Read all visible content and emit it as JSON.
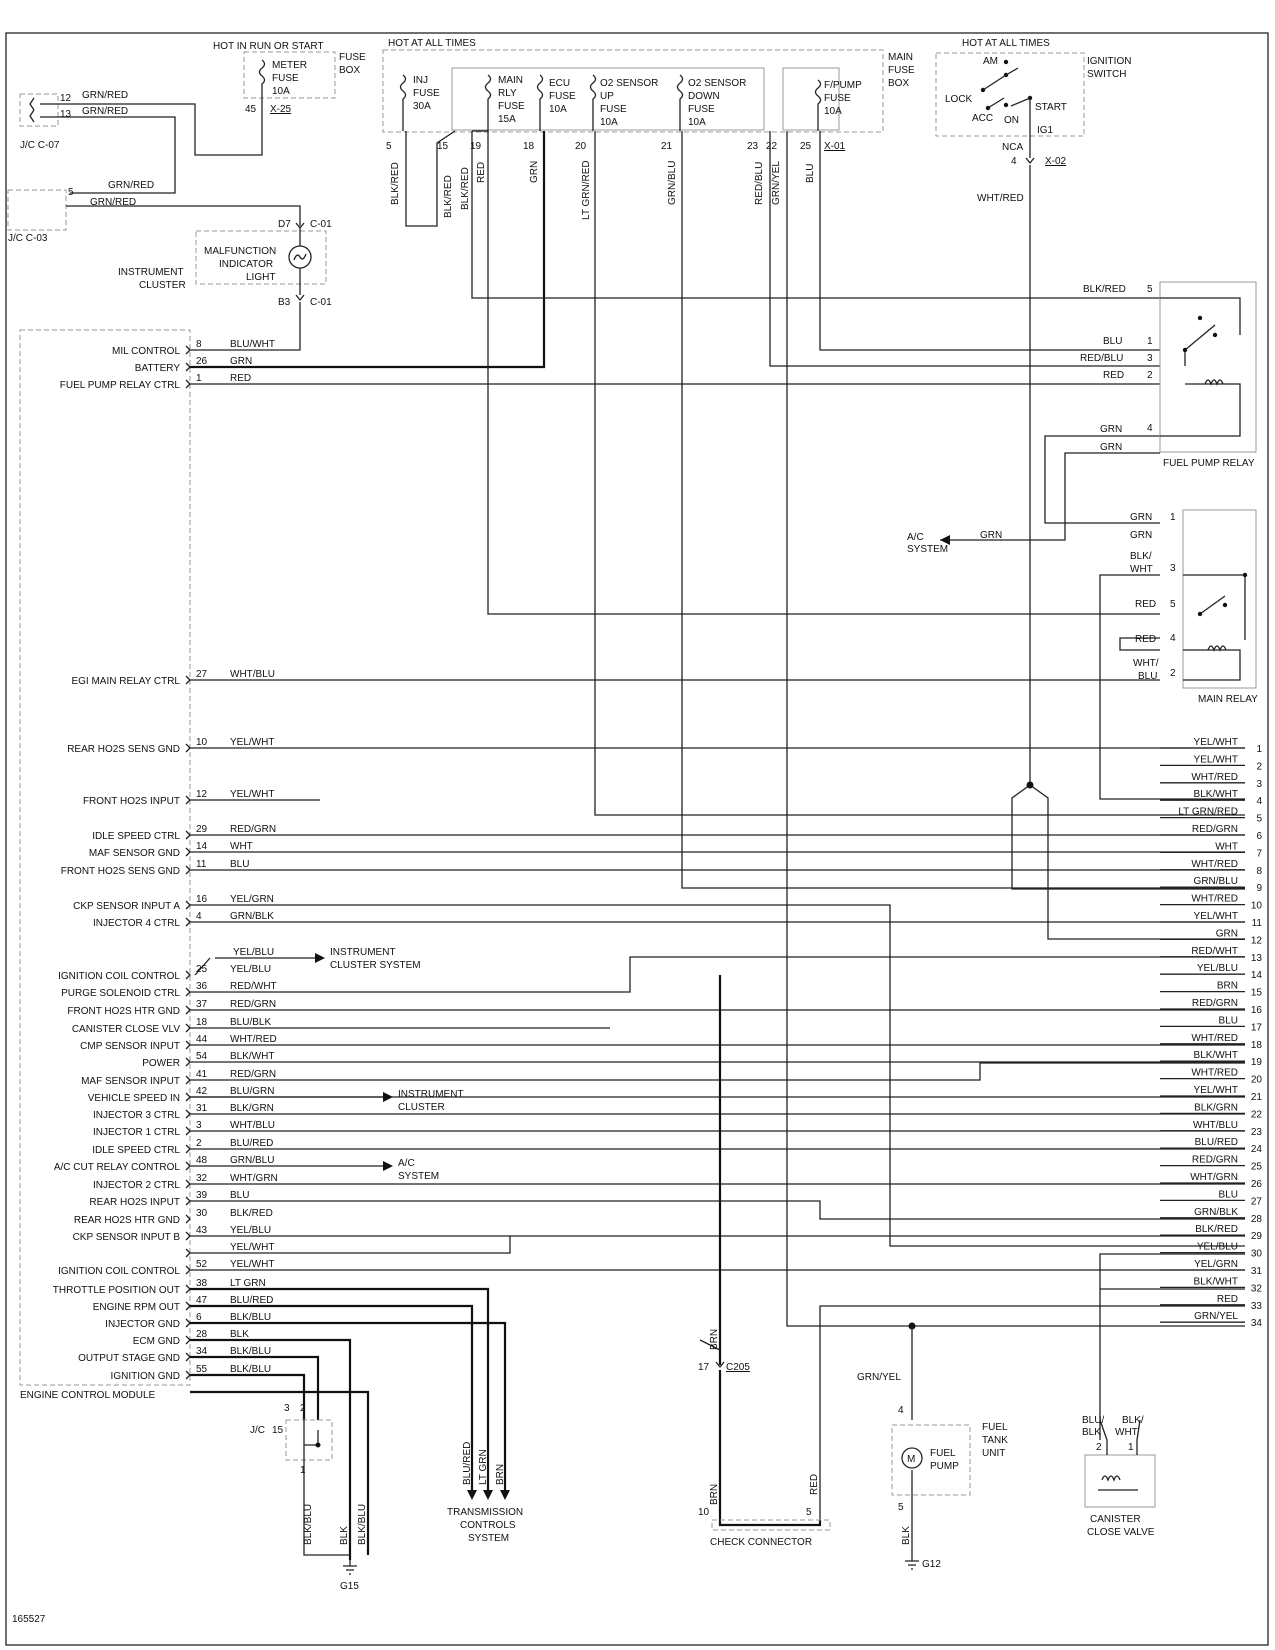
{
  "figure_id": "165527",
  "top": {
    "fuse_box_hdr": "HOT IN RUN OR START",
    "fuse_box_label": [
      "FUSE",
      "BOX"
    ],
    "meter_fuse": [
      "METER",
      "FUSE",
      "10A"
    ],
    "meter_pin": "45",
    "meter_conn": "X-25",
    "main_box_hdr": "HOT AT ALL TIMES",
    "main_box_label": [
      "MAIN",
      "FUSE",
      "BOX"
    ],
    "main_conn": "X-01",
    "fuses": [
      {
        "lines": [
          "INJ",
          "FUSE",
          "30A"
        ]
      },
      {
        "lines": [
          "MAIN",
          "RLY",
          "FUSE",
          "15A"
        ]
      },
      {
        "lines": [
          "ECU",
          "FUSE",
          "10A"
        ]
      },
      {
        "lines": [
          "O2 SENSOR",
          "UP",
          "FUSE",
          "10A"
        ]
      },
      {
        "lines": [
          "O2 SENSOR",
          "DOWN",
          "FUSE",
          "10A"
        ]
      },
      {
        "lines": [
          "F/PUMP",
          "FUSE",
          "10A"
        ]
      }
    ],
    "main_pins": [
      "5",
      "15",
      "19",
      "18",
      "20",
      "21",
      "23",
      "22",
      "25"
    ],
    "main_wires": [
      "BLK/RED",
      "BLK/RED",
      "BLK/RED",
      "RED",
      "GRN",
      "LT GRN/RED",
      "GRN/BLU",
      "RED/BLU",
      "GRN/YEL",
      "BLU"
    ],
    "ign_hdr": "HOT AT ALL TIMES",
    "ign_label": [
      "IGNITION",
      "SWITCH"
    ],
    "ign_positions": [
      "AM",
      "LOCK",
      "ACC",
      "ON",
      "START",
      "IG1"
    ],
    "ign_nca": "NCA",
    "ign_pin": "4",
    "ign_conn": "X-02",
    "ign_wire": "WHT/RED"
  },
  "left": {
    "jc_c07": "J/C C-07",
    "jc_c07_pins": [
      "12",
      "13"
    ],
    "jc_c07_wires": [
      "GRN/RED",
      "GRN/RED"
    ],
    "jc_c03": "J/C C-03",
    "jc_c03_pin": "5",
    "jc_c03_wires": [
      "GRN/RED",
      "GRN/RED"
    ],
    "mil": [
      "MALFUNCTION",
      "INDICATOR",
      "LIGHT"
    ],
    "cluster": [
      "INSTRUMENT",
      "CLUSTER"
    ],
    "mil_pins": [
      "D7",
      "C-01",
      "B3",
      "C-01"
    ]
  },
  "ecm": {
    "label": "ENGINE CONTROL MODULE",
    "rows": [
      {
        "label": "MIL CONTROL",
        "pin": "8",
        "wire": "BLU/WHT"
      },
      {
        "label": "BATTERY",
        "pin": "26",
        "wire": "GRN"
      },
      {
        "label": "FUEL PUMP RELAY CTRL",
        "pin": "1",
        "wire": "RED"
      },
      {
        "label": "EGI MAIN RELAY CTRL",
        "pin": "27",
        "wire": "WHT/BLU"
      },
      {
        "label": "REAR HO2S SENS GND",
        "pin": "10",
        "wire": "YEL/WHT"
      },
      {
        "label": "FRONT HO2S INPUT",
        "pin": "12",
        "wire": "YEL/WHT"
      },
      {
        "label": "IDLE SPEED CTRL",
        "pin": "29",
        "wire": "RED/GRN"
      },
      {
        "label": "MAF SENSOR GND",
        "pin": "14",
        "wire": "WHT"
      },
      {
        "label": "FRONT HO2S SENS GND",
        "pin": "11",
        "wire": "BLU"
      },
      {
        "label": "CKP SENSOR INPUT A",
        "pin": "16",
        "wire": "YEL/GRN"
      },
      {
        "label": "INJECTOR 4 CTRL",
        "pin": "4",
        "wire": "GRN/BLK"
      },
      {
        "label": "IGNITION COIL CONTROL",
        "pin": "25",
        "wire": "YEL/BLU"
      },
      {
        "label": "PURGE SOLENOID CTRL",
        "pin": "36",
        "wire": "RED/WHT"
      },
      {
        "label": "FRONT HO2S HTR GND",
        "pin": "37",
        "wire": "RED/GRN"
      },
      {
        "label": "CANISTER CLOSE VLV",
        "pin": "18",
        "wire": "BLU/BLK"
      },
      {
        "label": "CMP SENSOR INPUT",
        "pin": "44",
        "wire": "WHT/RED"
      },
      {
        "label": "POWER",
        "pin": "54",
        "wire": "BLK/WHT"
      },
      {
        "label": "MAF SENSOR INPUT",
        "pin": "41",
        "wire": "RED/GRN"
      },
      {
        "label": "VEHICLE SPEED IN",
        "pin": "42",
        "wire": "BLU/GRN"
      },
      {
        "label": "INJECTOR 3 CTRL",
        "pin": "31",
        "wire": "BLK/GRN"
      },
      {
        "label": "INJECTOR 1 CTRL",
        "pin": "3",
        "wire": "WHT/BLU"
      },
      {
        "label": "IDLE SPEED CTRL",
        "pin": "2",
        "wire": "BLU/RED"
      },
      {
        "label": "A/C CUT RELAY CONTROL",
        "pin": "48",
        "wire": "GRN/BLU"
      },
      {
        "label": "INJECTOR 2 CTRL",
        "pin": "32",
        "wire": "WHT/GRN"
      },
      {
        "label": "REAR HO2S INPUT",
        "pin": "39",
        "wire": "BLU"
      },
      {
        "label": "REAR HO2S HTR GND",
        "pin": "30",
        "wire": "BLK/RED"
      },
      {
        "label": "CKP SENSOR INPUT B",
        "pin": "43",
        "wire": "YEL/BLU"
      },
      {
        "label": "",
        "pin": "",
        "wire": "YEL/WHT"
      },
      {
        "label": "IGNITION COIL CONTROL",
        "pin": "52",
        "wire": "YEL/WHT"
      },
      {
        "label": "THROTTLE POSITION OUT",
        "pin": "38",
        "wire": "LT GRN"
      },
      {
        "label": "ENGINE RPM OUT",
        "pin": "47",
        "wire": "BLU/RED"
      },
      {
        "label": "INJECTOR GND",
        "pin": "6",
        "wire": "BLK/BLU"
      },
      {
        "label": "ECM GND",
        "pin": "28",
        "wire": "BLK"
      },
      {
        "label": "OUTPUT STAGE GND",
        "pin": "34",
        "wire": "BLK/BLU"
      },
      {
        "label": "IGNITION GND",
        "pin": "55",
        "wire": "BLK/BLU"
      }
    ],
    "ic_upper": "YEL/BLU",
    "arrows": [
      [
        "INSTRUMENT",
        "CLUSTER SYSTEM"
      ],
      [
        "INSTRUMENT",
        "CLUSTER"
      ],
      [
        "A/C",
        "SYSTEM"
      ]
    ]
  },
  "fuel_pump_relay": {
    "label": "FUEL PUMP RELAY",
    "pins": [
      "5",
      "1",
      "3",
      "2",
      "4"
    ],
    "wires": [
      "BLK/RED",
      "BLU",
      "RED/BLU",
      "RED",
      "GRN",
      "GRN"
    ]
  },
  "main_relay": {
    "label": "MAIN RELAY",
    "pins": [
      "1",
      "3",
      "5",
      "4",
      "2"
    ],
    "wires": [
      "GRN",
      "GRN",
      "BLK/",
      "WHT",
      "RED",
      "RED",
      "WHT/",
      "BLU"
    ],
    "ac_label": [
      "A/C",
      "SYSTEM"
    ],
    "ac_wire": "GRN"
  },
  "right_conn": {
    "rows": [
      {
        "pin": "1",
        "wire": "YEL/WHT"
      },
      {
        "pin": "2",
        "wire": "YEL/WHT"
      },
      {
        "pin": "3",
        "wire": "WHT/RED"
      },
      {
        "pin": "4",
        "wire": "BLK/WHT"
      },
      {
        "pin": "5",
        "wire": "LT GRN/RED"
      },
      {
        "pin": "6",
        "wire": "RED/GRN"
      },
      {
        "pin": "7",
        "wire": "WHT"
      },
      {
        "pin": "8",
        "wire": "WHT/RED"
      },
      {
        "pin": "9",
        "wire": "GRN/BLU"
      },
      {
        "pin": "10",
        "wire": "WHT/RED"
      },
      {
        "pin": "11",
        "wire": "YEL/WHT"
      },
      {
        "pin": "12",
        "wire": "GRN"
      },
      {
        "pin": "13",
        "wire": "RED/WHT"
      },
      {
        "pin": "14",
        "wire": "YEL/BLU"
      },
      {
        "pin": "15",
        "wire": "BRN"
      },
      {
        "pin": "16",
        "wire": "RED/GRN"
      },
      {
        "pin": "17",
        "wire": "BLU"
      },
      {
        "pin": "18",
        "wire": "WHT/RED"
      },
      {
        "pin": "19",
        "wire": "BLK/WHT"
      },
      {
        "pin": "20",
        "wire": "WHT/RED"
      },
      {
        "pin": "21",
        "wire": "YEL/WHT"
      },
      {
        "pin": "22",
        "wire": "BLK/GRN"
      },
      {
        "pin": "23",
        "wire": "WHT/BLU"
      },
      {
        "pin": "24",
        "wire": "BLU/RED"
      },
      {
        "pin": "25",
        "wire": "RED/GRN"
      },
      {
        "pin": "26",
        "wire": "WHT/GRN"
      },
      {
        "pin": "27",
        "wire": "BLU"
      },
      {
        "pin": "28",
        "wire": "GRN/BLK"
      },
      {
        "pin": "29",
        "wire": "BLK/RED"
      },
      {
        "pin": "30",
        "wire": "YEL/BLU"
      },
      {
        "pin": "31",
        "wire": "YEL/GRN"
      },
      {
        "pin": "32",
        "wire": "BLK/WHT"
      },
      {
        "pin": "33",
        "wire": "RED"
      },
      {
        "pin": "34",
        "wire": "GRN/YEL"
      }
    ]
  },
  "bottom": {
    "jc15_label": "J/C",
    "jc15_pins": [
      "3",
      "2",
      "15",
      "1"
    ],
    "g15_wires": [
      "BLK/BLU",
      "BLK",
      "BLK/BLU"
    ],
    "g15": "G15",
    "tcs_wires": [
      "BLU/RED",
      "LT GRN",
      "BRN"
    ],
    "tcs": [
      "TRANSMISSION",
      "CONTROLS",
      "SYSTEM"
    ],
    "c205_pin": "17",
    "c205": "C205",
    "c205_wires": [
      "BRN",
      "BRN"
    ],
    "check_pins": [
      "10",
      "5"
    ],
    "check_wire": "RED",
    "check": "CHECK CONNECTOR",
    "fuel_tank": [
      "FUEL",
      "TANK",
      "UNIT"
    ],
    "fuel_pump": [
      "FUEL",
      "PUMP"
    ],
    "fuel_pins": [
      "4",
      "5"
    ],
    "fuel_wires": [
      "GRN/YEL",
      "BLK"
    ],
    "g12": "G12",
    "canister": [
      "CANISTER",
      "CLOSE VALVE"
    ],
    "canister_pins": [
      "2",
      "1"
    ],
    "canister_wires": [
      "BLU/",
      "BLK",
      "BLK/",
      "WHT"
    ]
  }
}
